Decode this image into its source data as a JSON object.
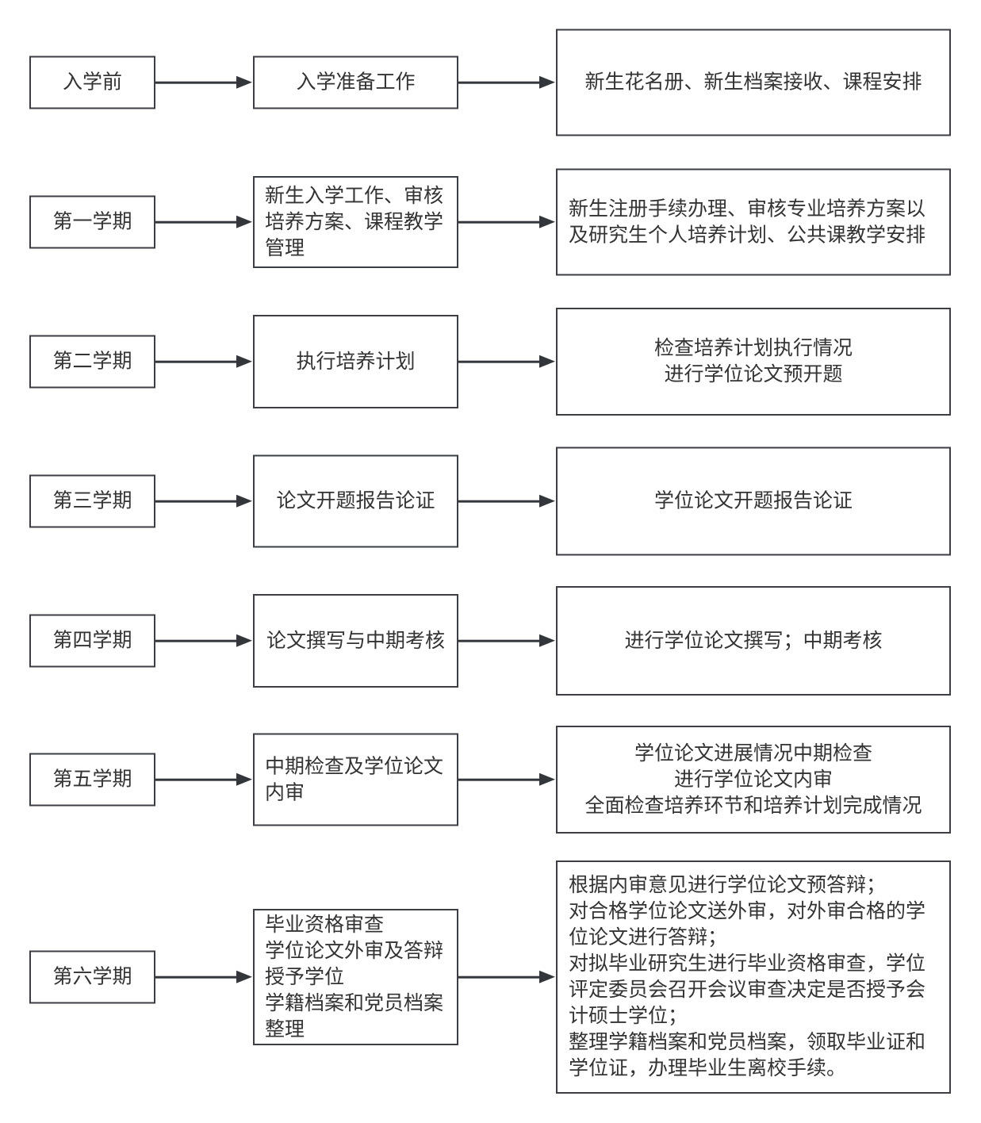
{
  "colors": {
    "background": "#ffffff",
    "border": "#3b3e44",
    "text": "#333333",
    "arrow": "#33363b"
  },
  "rows": [
    {
      "stage": "入学前",
      "task": "入学准备工作",
      "detail": "新生花名册、新生档案接收、课程安排"
    },
    {
      "stage": "第一学期",
      "task": "新生入学工作、审核\n培养方案、课程教学\n管理",
      "detail": "新生注册手续办理、审核专业培养方案以\n及研究生个人培养计划、公共课教学安排"
    },
    {
      "stage": "第二学期",
      "task": "执行培养计划",
      "detail": "检查培养计划执行情况\n进行学位论文预开题"
    },
    {
      "stage": "第三学期",
      "task": "论文开题报告论证",
      "detail": "学位论文开题报告论证"
    },
    {
      "stage": "第四学期",
      "task": "论文撰写与中期考核",
      "detail": "进行学位论文撰写；中期考核"
    },
    {
      "stage": "第五学期",
      "task": "中期检查及学位论文\n内审",
      "detail": "学位论文进展情况中期检查\n进行学位论文内审\n全面检查培养环节和培养计划完成情况"
    },
    {
      "stage": "第六学期",
      "task": "毕业资格审查\n学位论文外审及答辩\n授予学位\n学籍档案和党员档案\n整理",
      "detail": "根据内审意见进行学位论文预答辩；\n对合格学位论文送外审，对外审合格的学\n位论文进行答辩；\n对拟毕业研究生进行毕业资格审查，学位\n评定委员会召开会议审查决定是否授予会\n计硕士学位；\n整理学籍档案和党员档案，领取毕业证和\n学位证，办理毕业生离校手续。"
    }
  ]
}
